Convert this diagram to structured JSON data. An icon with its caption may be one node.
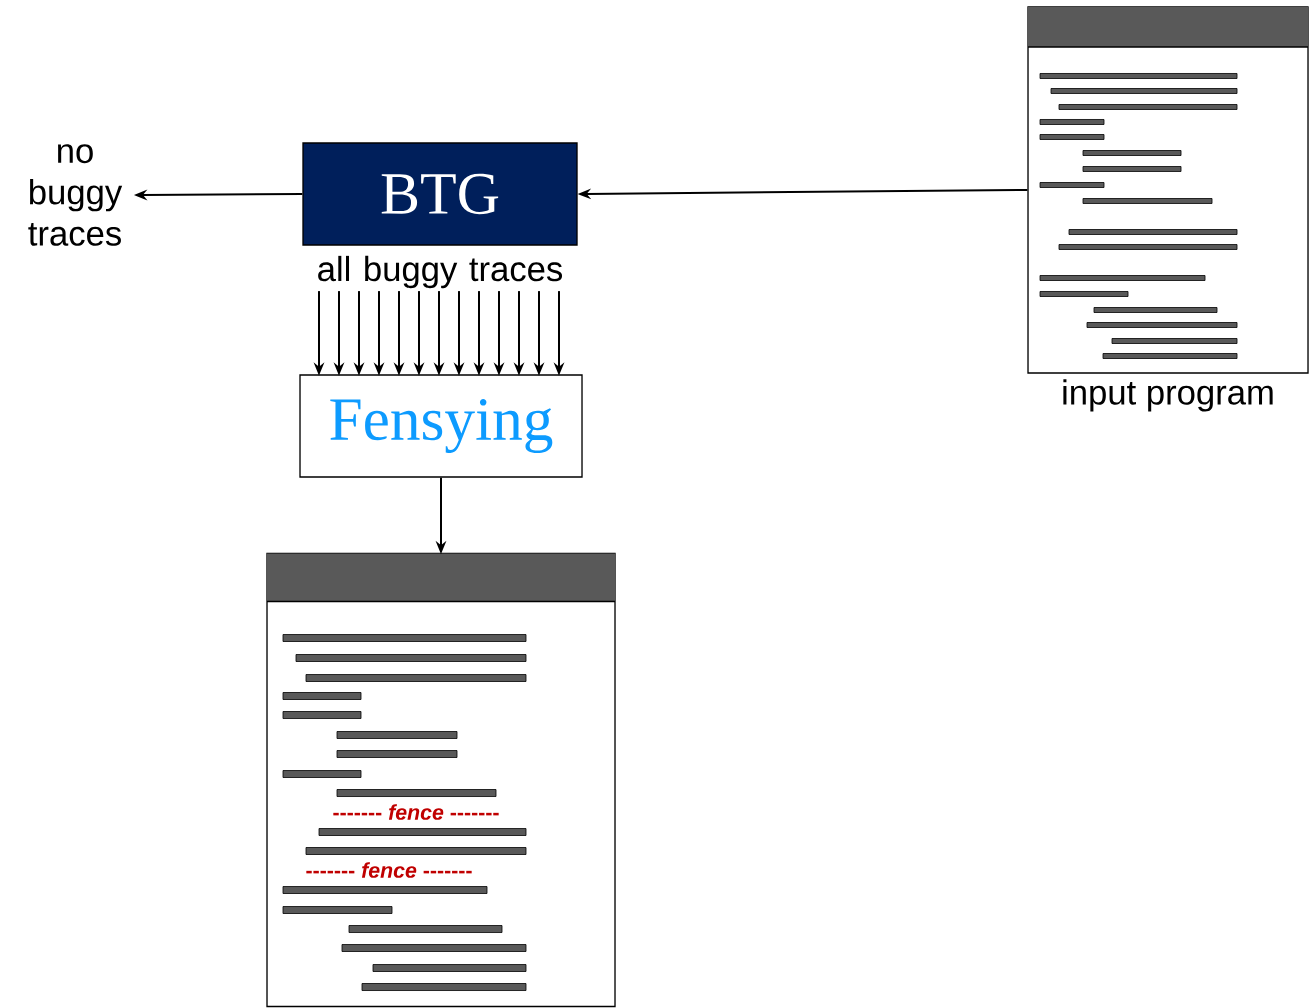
{
  "diagram": {
    "nodes": [
      {
        "text": [
          "no buggy traces"
        ]
      },
      {
        "text": [
          "BTG"
        ]
      },
      {
        "text": [],
        "shape": "picture",
        "beside": [
          "input program"
        ]
      },
      {
        "text": [
          "all buggy traces"
        ]
      },
      {
        "text": [
          "Fensying"
        ]
      },
      {
        "text": [
          "------- *fence* -------",
          "------- *fence* -------"
        ]
      }
    ],
    "edges": [
      {
        "from": 2,
        "to": 1,
        "arrow": "to"
      },
      {
        "from": 1,
        "to": 0,
        "arrow": "to"
      },
      {
        "from": 3,
        "to": 4,
        "arrow": "to"
      },
      {
        "from": 3,
        "to": 4,
        "arrow": "to"
      },
      {
        "from": 3,
        "to": 4,
        "arrow": "to"
      },
      {
        "from": 3,
        "to": 4,
        "arrow": "to"
      },
      {
        "from": 3,
        "to": 4,
        "arrow": "to"
      },
      {
        "from": 3,
        "to": 4,
        "arrow": "to"
      },
      {
        "from": 3,
        "to": 4,
        "arrow": "to"
      },
      {
        "from": 3,
        "to": 4,
        "arrow": "to"
      },
      {
        "from": 3,
        "to": 4,
        "arrow": "to"
      },
      {
        "from": 3,
        "to": 4,
        "arrow": "to"
      },
      {
        "from": 3,
        "to": 4,
        "arrow": "to"
      },
      {
        "from": 3,
        "to": 4,
        "arrow": "to"
      },
      {
        "from": 3,
        "to": 4,
        "arrow": "to"
      },
      {
        "from": 4,
        "to": 5,
        "arrow": "to"
      }
    ]
  }
}
